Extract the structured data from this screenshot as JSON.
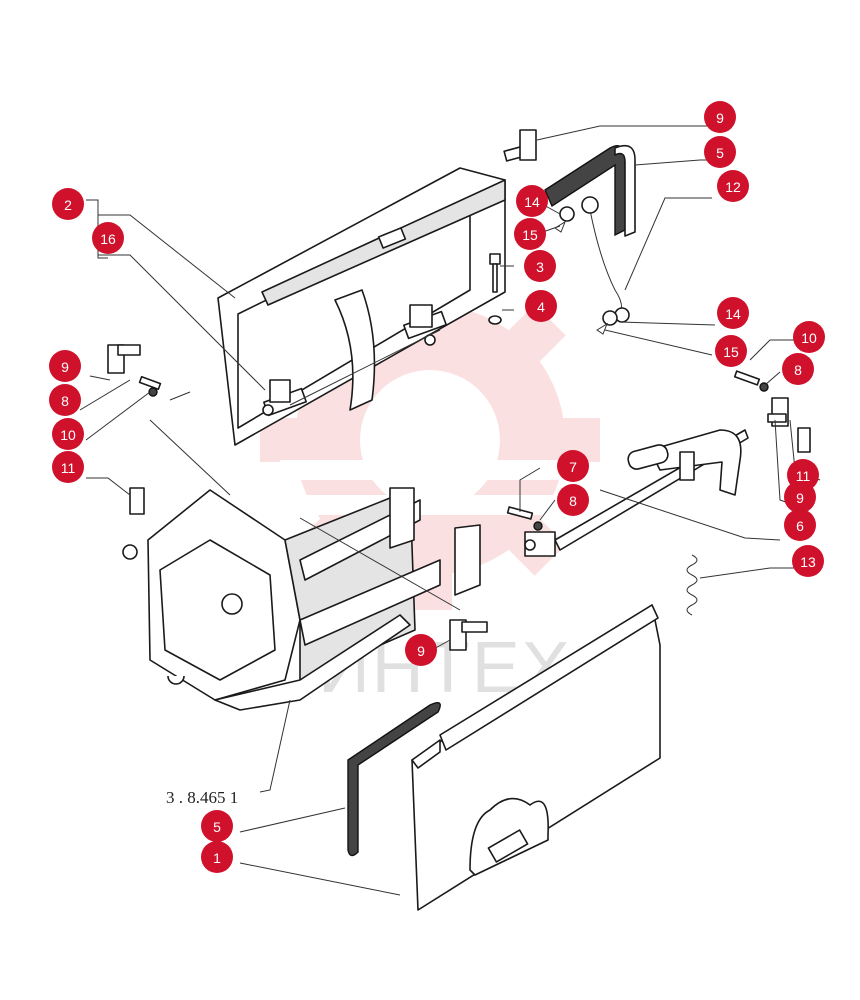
{
  "drawing_reference": "3 . 8.465 1",
  "watermark_text": "ИНТЕХ",
  "colors": {
    "callout_fill": "#d0112b",
    "callout_text": "#ffffff",
    "line": "#1a1a1a",
    "watermark": "#e8171f"
  },
  "callouts": [
    {
      "id": "c9a",
      "label": "9"
    },
    {
      "id": "c5a",
      "label": "5"
    },
    {
      "id": "c12",
      "label": "12"
    },
    {
      "id": "c2",
      "label": "2"
    },
    {
      "id": "c14a",
      "label": "14"
    },
    {
      "id": "c15a",
      "label": "15"
    },
    {
      "id": "c16",
      "label": "16"
    },
    {
      "id": "c3",
      "label": "3"
    },
    {
      "id": "c4",
      "label": "4"
    },
    {
      "id": "c14b",
      "label": "14"
    },
    {
      "id": "c10a",
      "label": "10"
    },
    {
      "id": "c15b",
      "label": "15"
    },
    {
      "id": "c9b",
      "label": "9"
    },
    {
      "id": "c8a",
      "label": "8"
    },
    {
      "id": "c8b",
      "label": "8"
    },
    {
      "id": "c10b",
      "label": "10"
    },
    {
      "id": "c11a",
      "label": "11"
    },
    {
      "id": "c11b",
      "label": "11"
    },
    {
      "id": "c7",
      "label": "7"
    },
    {
      "id": "c9c",
      "label": "9"
    },
    {
      "id": "c8c",
      "label": "8"
    },
    {
      "id": "c6",
      "label": "6"
    },
    {
      "id": "c13",
      "label": "13"
    },
    {
      "id": "c9d",
      "label": "9"
    },
    {
      "id": "c5b",
      "label": "5"
    },
    {
      "id": "c1",
      "label": "1"
    }
  ]
}
